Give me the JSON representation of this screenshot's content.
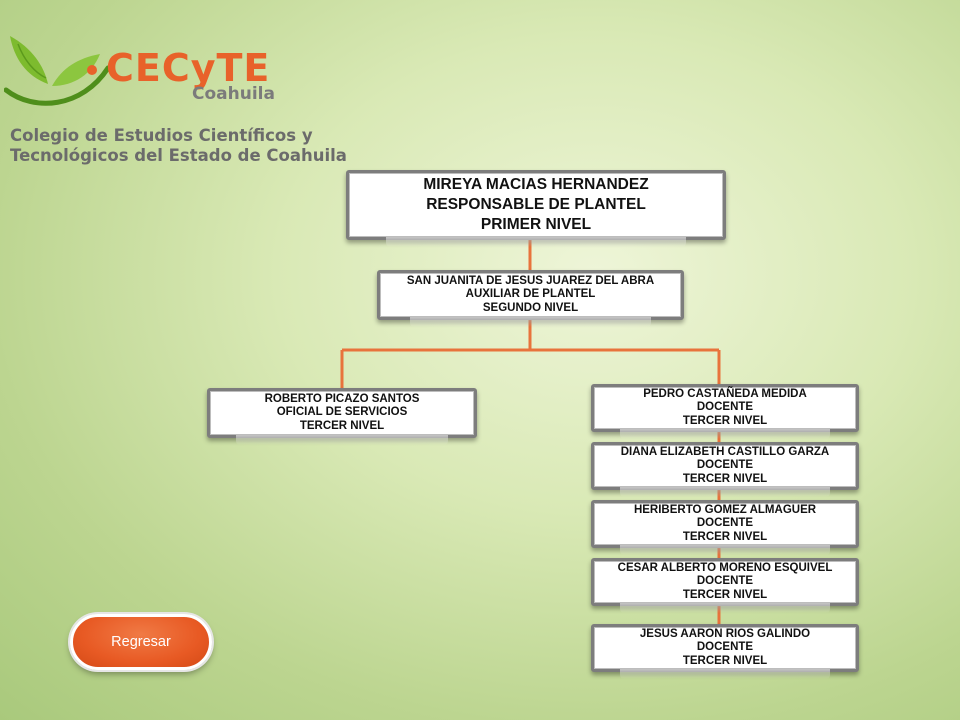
{
  "header": {
    "brand": "CECyTE",
    "brand_sub": "Coahuila",
    "college_line1": "Colegio de Estudios Científicos y",
    "college_line2": "Tecnológicos del Estado de Coahuila"
  },
  "org": {
    "level1": {
      "name": "MIREYA MACIAS HERNANDEZ",
      "role": "RESPONSABLE DE PLANTEL",
      "level": "PRIMER  NIVEL"
    },
    "level2": {
      "name": "SAN JUANITA DE JESUS JUAREZ DEL ABRA",
      "role": "AUXILIAR  DE PLANTEL",
      "level": "SEGUNDO NIVEL"
    },
    "left": {
      "name": "ROBERTO PICAZO SANTOS",
      "role": "OFICIAL DE  SERVICIOS",
      "level": "TERCER NIVEL"
    },
    "docentes": [
      {
        "name": "PEDRO CASTAÑEDA MEDIDA",
        "role": "DOCENTE",
        "level": "TERCER NIVEL"
      },
      {
        "name": "DIANA ELIZABETH CASTILLO GARZA",
        "role": "DOCENTE",
        "level": "TERCER NIVEL"
      },
      {
        "name": "HERIBERTO GOMEZ ALMAGUER",
        "role": "DOCENTE",
        "level": "TERCER NIVEL"
      },
      {
        "name": "CESAR ALBERTO MORENO ESQUIVEL",
        "role": "DOCENTE",
        "level": "TERCER NIVEL"
      },
      {
        "name": "JESUS AARON RIOS GALINDO",
        "role": "DOCENTE",
        "level": "TERCER NIVEL"
      }
    ]
  },
  "actions": {
    "back_label": "Regresar"
  },
  "colors": {
    "accent": "#e8622a",
    "connector": "#e8733c",
    "logo_green": "#7dbb2e"
  }
}
